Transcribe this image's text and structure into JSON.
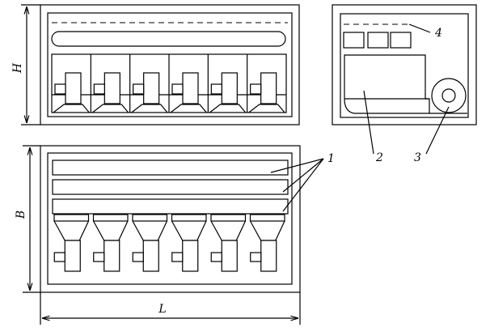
{
  "labels": {
    "dim_height": "H",
    "dim_width": "B",
    "dim_length": "L",
    "callout_1": "1",
    "callout_2": "2",
    "callout_3": "3",
    "callout_4": "4"
  }
}
